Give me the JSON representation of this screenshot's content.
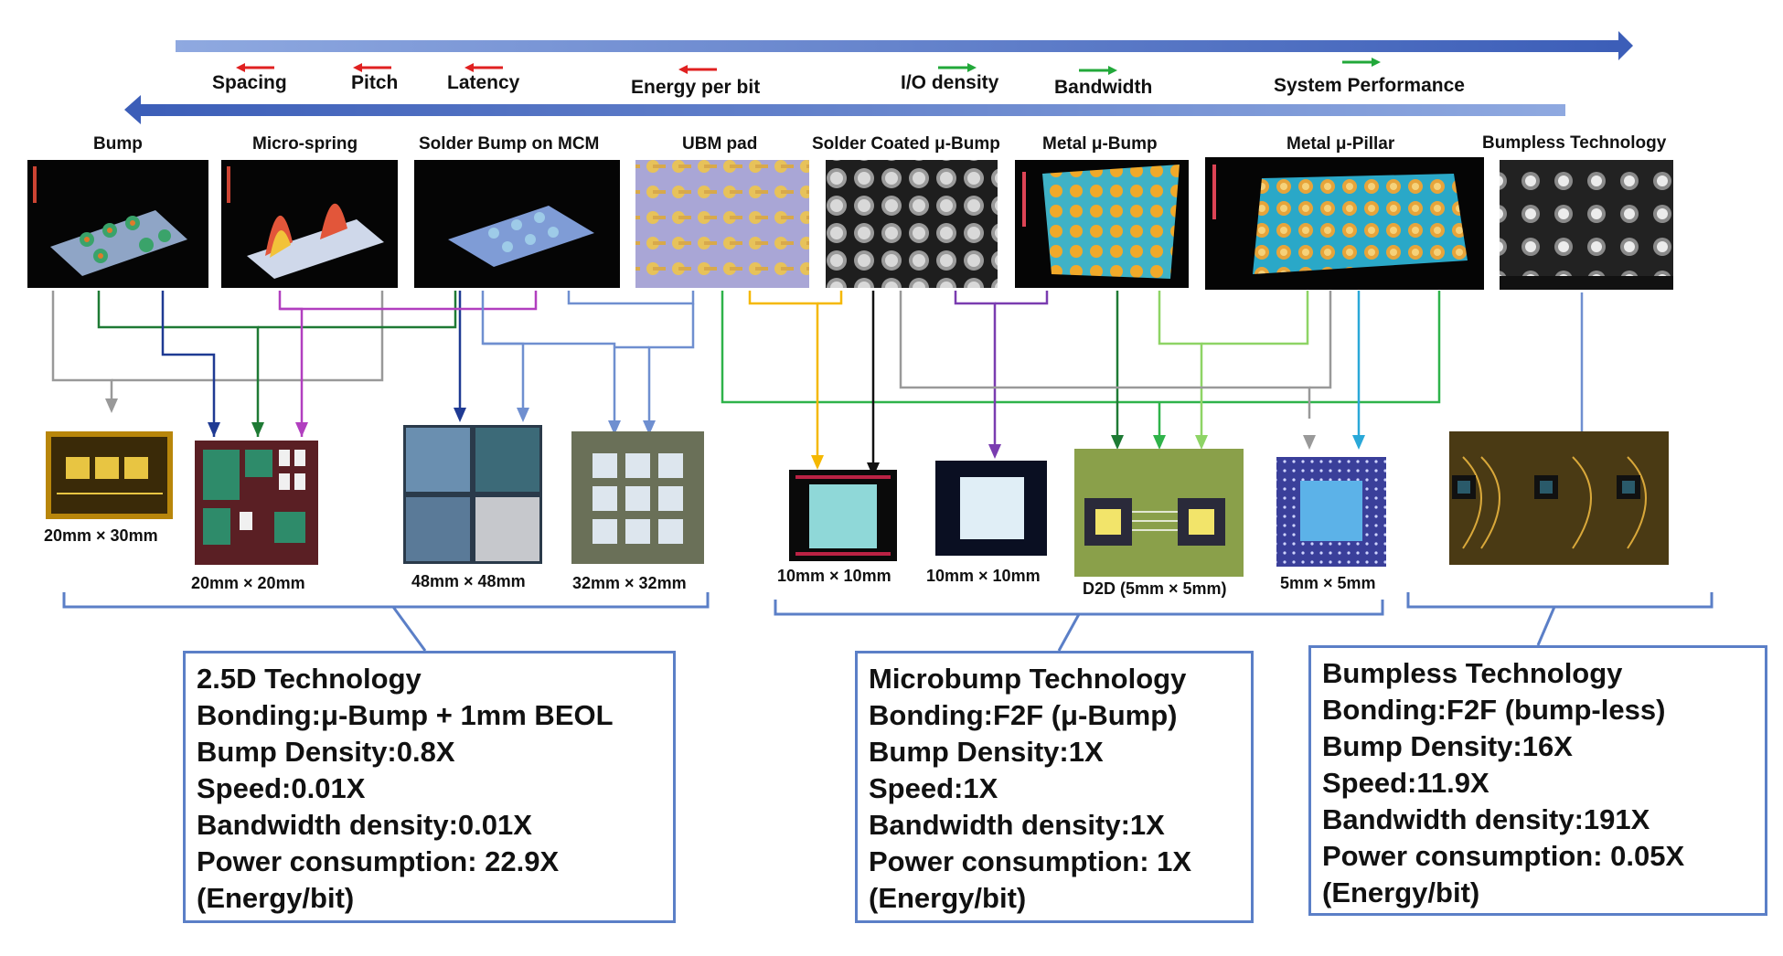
{
  "trends": {
    "spacing": "Spacing",
    "pitch": "Pitch",
    "latency": "Latency",
    "energy_per_bit": "Energy per bit",
    "io_density": "I/O density",
    "bandwidth": "Bandwidth",
    "system_performance": "System Performance"
  },
  "technologies": [
    "Bump",
    "Micro-spring",
    "Solder Bump on MCM",
    "UBM pad",
    "Solder Coated μ-Bump",
    "Metal μ-Bump",
    "Metal μ-Pillar",
    "Bumpless Technology"
  ],
  "chip_sizes": [
    "20mm × 30mm",
    "20mm × 20mm",
    "48mm × 48mm",
    "32mm × 32mm",
    "10mm × 10mm",
    "10mm × 10mm",
    "D2D (5mm × 5mm)",
    "5mm × 5mm"
  ],
  "boxes": {
    "tech_2_5d": {
      "title": "2.5D Technology",
      "bonding": "Bonding:μ-Bump + 1mm BEOL",
      "bump_density": "Bump Density:0.8X",
      "speed": "Speed:0.01X",
      "bandwidth_density": "Bandwidth density:0.01X",
      "power": "Power consumption: 22.9X",
      "energy_note": "(Energy/bit)"
    },
    "microbump": {
      "title": "Microbump Technology",
      "bonding": "Bonding:F2F (μ-Bump)",
      "bump_density": "Bump Density:1X",
      "speed": "Speed:1X",
      "bandwidth_density": "Bandwidth density:1X",
      "power": "Power consumption: 1X",
      "energy_note": "(Energy/bit)"
    },
    "bumpless": {
      "title": "Bumpless Technology",
      "bonding": "Bonding:F2F (bump-less)",
      "bump_density": "Bump Density:16X",
      "speed": "Speed:11.9X",
      "bandwidth_density": "Bandwidth density:191X",
      "power": "Power consumption: 0.05X",
      "energy_note": "(Energy/bit)"
    }
  },
  "colors": {
    "arrow_blue": "#4a6cc0",
    "trend_red": "#e02020",
    "trend_green": "#22a83a",
    "connector_gray": "#999999",
    "connector_darkgreen": "#1e7a34",
    "connector_navy": "#1f3a93",
    "connector_magenta": "#b13fbf",
    "connector_lightblue": "#6f8fd0",
    "connector_green": "#2fb34a",
    "connector_yellow": "#f5b800",
    "connector_black": "#111111",
    "connector_purple": "#7a3cb0",
    "connector_lightgreen": "#8ed465",
    "connector_cyan": "#2aa8d8",
    "box_border": "#5b7fc7"
  }
}
